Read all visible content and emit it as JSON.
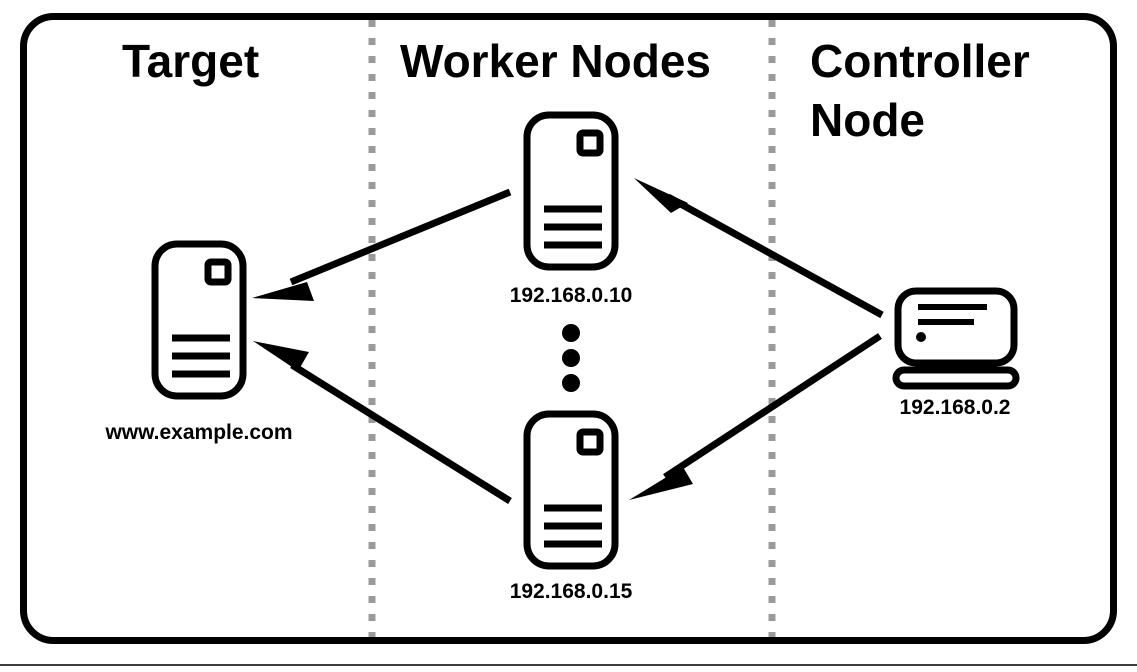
{
  "diagram": {
    "title": "Ansible-style network diagram: controller node driving worker nodes against a target host",
    "frame": {
      "border_color": "#000000",
      "background_color": "#ffffff"
    },
    "divider_color": "#9a9a9a",
    "columns": [
      {
        "id": "target",
        "heading": "Target"
      },
      {
        "id": "workers",
        "heading": "Worker Nodes"
      },
      {
        "id": "controller",
        "heading_line1": "Controller",
        "heading_line2": "Node"
      }
    ],
    "nodes": {
      "target": {
        "icon": "server-icon",
        "label": "www.example.com"
      },
      "worker_top": {
        "icon": "server-icon",
        "label": "192.168.0.10"
      },
      "worker_bottom": {
        "icon": "server-icon",
        "label": "192.168.0.15"
      },
      "controller": {
        "icon": "monitor-icon",
        "label": "192.168.0.2"
      }
    },
    "ellipsis": {
      "name": "vertical-ellipsis",
      "dot_count": 3
    },
    "arrows": [
      {
        "id": "controller-to-worker-top",
        "from": "controller",
        "to": "worker_top"
      },
      {
        "id": "controller-to-worker-bottom",
        "from": "controller",
        "to": "worker_bottom"
      },
      {
        "id": "worker-top-to-target",
        "from": "worker_top",
        "to": "target"
      },
      {
        "id": "worker-bottom-to-target",
        "from": "worker_bottom",
        "to": "target"
      }
    ]
  }
}
